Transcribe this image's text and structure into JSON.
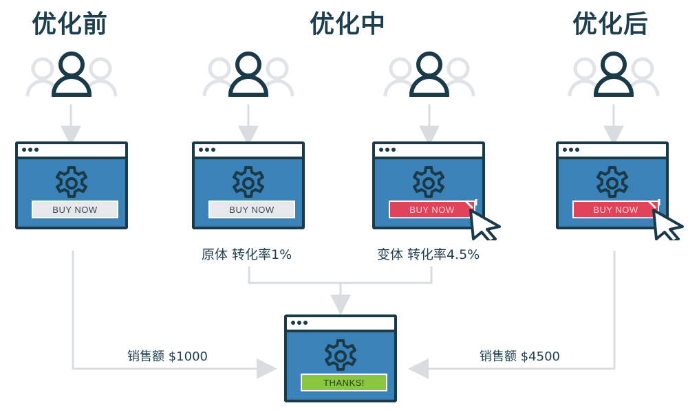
{
  "stages": {
    "before": "优化前",
    "during": "优化中",
    "after": "优化后"
  },
  "buttons": {
    "buy_now": "BUY NOW",
    "thanks": "THANKS!"
  },
  "captions": {
    "original": "原体 转化率1%",
    "variant": "变体 转化率4.5%"
  },
  "sales": {
    "left": "销售额 $1000",
    "right": "销售额 $4500"
  },
  "colors": {
    "window_blue": "#3b82b8",
    "outline": "#1a3a4a",
    "red_button": "#e0435a",
    "green_button": "#8cc63f",
    "grey_button": "#e6e9eb",
    "connector": "#d9dde0"
  }
}
